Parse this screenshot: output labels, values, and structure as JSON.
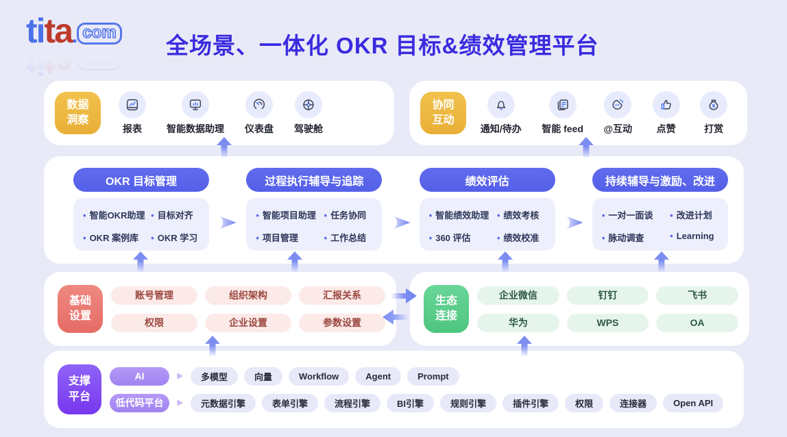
{
  "header": {
    "logo_ti": "ti",
    "logo_ta": "ta",
    "logo_dot": ".",
    "logo_com": "com",
    "title": "全场景、一体化 OKR 目标&绩效管理平台"
  },
  "data_insight": {
    "badge_l1": "数据",
    "badge_l2": "洞察",
    "items": [
      {
        "icon": "report-icon",
        "label": "报表"
      },
      {
        "icon": "smart-data-assistant-icon",
        "label": "智能数据助理"
      },
      {
        "icon": "dashboard-gauge-icon",
        "label": "仪表盘"
      },
      {
        "icon": "cockpit-wheel-icon",
        "label": "驾驶舱"
      }
    ]
  },
  "collaboration": {
    "badge_l1": "协同",
    "badge_l2": "互动",
    "items": [
      {
        "icon": "bell-icon",
        "label": "通知/待办"
      },
      {
        "icon": "feed-icon",
        "label": "智能 feed"
      },
      {
        "icon": "mention-chat-icon",
        "label": "@互动"
      },
      {
        "icon": "thumbs-up-icon",
        "label": "点赞"
      },
      {
        "icon": "reward-pouch-icon",
        "label": "打赏"
      }
    ]
  },
  "okr_flow": {
    "columns": [
      {
        "header": "OKR 目标管理",
        "bullets": [
          "智能OKR助理",
          "目标对齐",
          "OKR 案例库",
          "OKR 学习"
        ]
      },
      {
        "header": "过程执行辅导与追踪",
        "bullets": [
          "智能项目助理",
          "任务协同",
          "项目管理",
          "工作总结"
        ]
      },
      {
        "header": "绩效评估",
        "bullets": [
          "智能绩效助理",
          "绩效考核",
          "360 评估",
          "绩效校准"
        ]
      },
      {
        "header": "持续辅导与激励、改进",
        "bullets": [
          "一对一面谈",
          "改进计划",
          "脉动调查",
          "Learning"
        ]
      }
    ]
  },
  "basic_settings": {
    "badge_l1": "基础",
    "badge_l2": "设置",
    "pills": [
      "账号管理",
      "组织架构",
      "汇报关系",
      "权限",
      "企业设置",
      "参数设置"
    ]
  },
  "ecosystem": {
    "badge_l1": "生态",
    "badge_l2": "连接",
    "pills": [
      "企业微信",
      "钉钉",
      "飞书",
      "华为",
      "WPS",
      "OA"
    ]
  },
  "support_platform": {
    "badge_l1": "支撑",
    "badge_l2": "平台",
    "ai": {
      "label": "AI",
      "pills": [
        "多模型",
        "向量",
        "Workflow",
        "Agent",
        "Prompt"
      ]
    },
    "low_code": {
      "label": "低代码平台",
      "pills": [
        "元数据引擎",
        "表单引擎",
        "流程引擎",
        "BI引擎",
        "规则引擎",
        "插件引擎",
        "权限",
        "连接器",
        "Open API"
      ]
    }
  },
  "colors": {
    "background": "#E9EAF8",
    "title_blue": "#3A2BDF",
    "header_pill_blue": "#5A63EA",
    "badge_yellow": "#EDB93F",
    "badge_red": "#E87B74",
    "badge_green": "#5ECD8B",
    "badge_purple": "#7F49F0",
    "arrow_blue": "#7C8DF2",
    "pink_pill": "#FBEAE8",
    "green_pill": "#E6F5EC",
    "lavender_pill": "#E7E9F9"
  }
}
